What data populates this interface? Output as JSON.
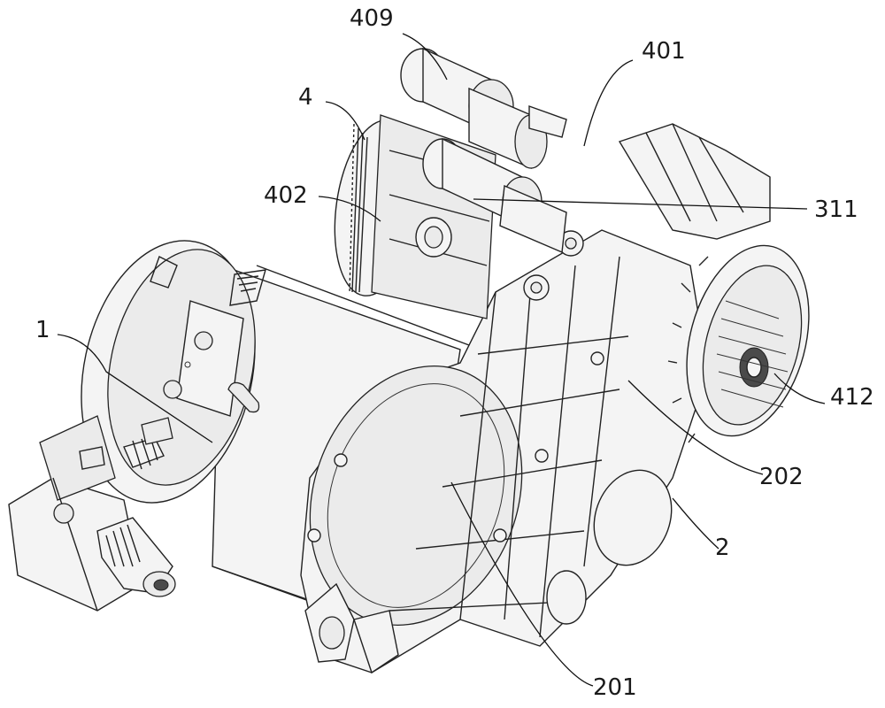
{
  "labels": {
    "l409": "409",
    "l401": "401",
    "l4": "4",
    "l402": "402",
    "l311": "311",
    "l1": "1",
    "l412": "412",
    "l202": "202",
    "l2": "2",
    "l201": "201"
  }
}
